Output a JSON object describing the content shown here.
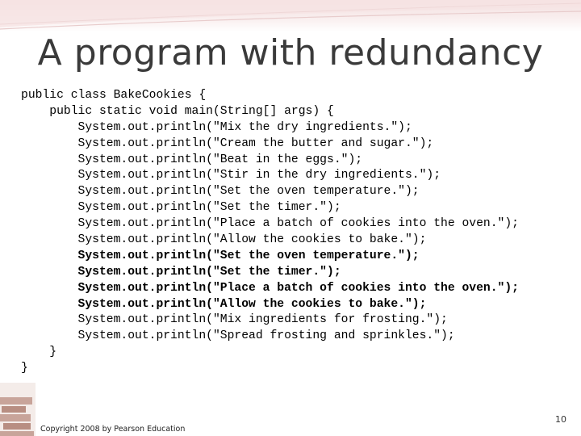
{
  "slide": {
    "title": "A program with redundancy",
    "code_lines": [
      {
        "text": "public class BakeCookies {",
        "bold": false
      },
      {
        "text": "    public static void main(String[] args) {",
        "bold": false
      },
      {
        "text": "        System.out.println(\"Mix the dry ingredients.\");",
        "bold": false
      },
      {
        "text": "        System.out.println(\"Cream the butter and sugar.\");",
        "bold": false
      },
      {
        "text": "        System.out.println(\"Beat in the eggs.\");",
        "bold": false
      },
      {
        "text": "        System.out.println(\"Stir in the dry ingredients.\");",
        "bold": false
      },
      {
        "text": "        System.out.println(\"Set the oven temperature.\");",
        "bold": false
      },
      {
        "text": "        System.out.println(\"Set the timer.\");",
        "bold": false
      },
      {
        "text": "        System.out.println(\"Place a batch of cookies into the oven.\");",
        "bold": false
      },
      {
        "text": "        System.out.println(\"Allow the cookies to bake.\");",
        "bold": false
      },
      {
        "text": "        System.out.println(\"Set the oven temperature.\");",
        "bold": true
      },
      {
        "text": "        System.out.println(\"Set the timer.\");",
        "bold": true
      },
      {
        "text": "        System.out.println(\"Place a batch of cookies into the oven.\");",
        "bold": true
      },
      {
        "text": "        System.out.println(\"Allow the cookies to bake.\");",
        "bold": true
      },
      {
        "text": "        System.out.println(\"Mix ingredients for frosting.\");",
        "bold": false
      },
      {
        "text": "        System.out.println(\"Spread frosting and sprinkles.\");",
        "bold": false
      },
      {
        "text": "    }",
        "bold": false
      },
      {
        "text": "}",
        "bold": false
      }
    ],
    "copyright": "Copyright 2008 by Pearson Education",
    "page_number": "10"
  },
  "colors": {
    "title": "#3a3a3a",
    "header_band": "#f3dede",
    "brick": "#c8a49a"
  }
}
